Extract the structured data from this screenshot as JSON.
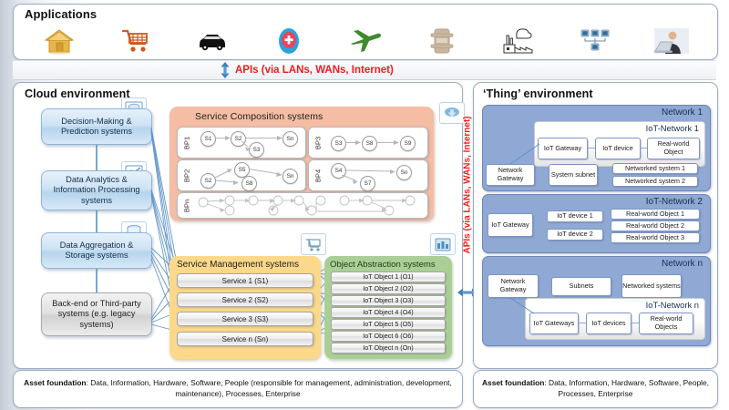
{
  "applications": {
    "title": "Applications",
    "icons": [
      {
        "name": "home-icon",
        "label": "Smart home"
      },
      {
        "name": "shopping-cart-icon",
        "label": "Retail"
      },
      {
        "name": "car-icon",
        "label": "Automotive"
      },
      {
        "name": "healthcare-icon",
        "label": "Healthcare"
      },
      {
        "name": "airplane-icon",
        "label": "Aviation"
      },
      {
        "name": "bus-icon",
        "label": "Transport"
      },
      {
        "name": "factory-icon",
        "label": "Industry"
      },
      {
        "name": "network-computers-icon",
        "label": "Networks"
      },
      {
        "name": "person-laptop-icon",
        "label": "User"
      }
    ]
  },
  "api_top": {
    "label": "APIs (via LANs, WANs, Internet)",
    "arrow": "vertical-double-arrow",
    "color": "#ee1d1d"
  },
  "api_side": {
    "label": "APIs (via LANs, WANs, Internet)",
    "arrow": "horizontal-double-arrow",
    "color": "#ee1d1d"
  },
  "cloud": {
    "title": "Cloud environment",
    "left_stack": [
      {
        "label": "Decision-Making & Prediction systems",
        "icon": "cloud-monitor-icon",
        "style": "blue"
      },
      {
        "label": "Data Analytics & Information Processing systems",
        "icon": "chart-monitor-icon",
        "style": "blue"
      },
      {
        "label": "Data Aggregation & Storage systems",
        "icon": "database-icon",
        "style": "blue"
      },
      {
        "label": "Back-end or Third-party systems (e.g. legacy systems)",
        "icon": "",
        "style": "grey"
      }
    ],
    "composition": {
      "title": "Service Composition systems",
      "icon": "cloud-upload-icon",
      "processes": [
        {
          "id": "BP1",
          "nodes": [
            "S1",
            "S2",
            "S3",
            "Sn"
          ]
        },
        {
          "id": "BP2",
          "nodes": [
            "S2",
            "S5",
            "S8",
            "Sn"
          ]
        },
        {
          "id": "BP3",
          "nodes": [
            "S3",
            "S8",
            "S9"
          ]
        },
        {
          "id": "BP4",
          "nodes": [
            "S4",
            "S7",
            "Sn"
          ]
        },
        {
          "id": "BPn",
          "nodes": []
        }
      ]
    },
    "service_management": {
      "title": "Service Management systems",
      "icon": "shopping-cart-icon",
      "services": [
        "Service 1 (S1)",
        "Service 2 (S2)",
        "Service 3 (S3)",
        "Service n (Sn)"
      ]
    },
    "object_abstraction": {
      "title": "Object Abstraction systems",
      "icon": "grid-chart-icon",
      "objects": [
        "IoT Object 1 (O1)",
        "IoT Object 2 (O2)",
        "IoT Object 3 (O3)",
        "IoT Object 4 (O4)",
        "IoT Object 5 (O5)",
        "IoT Object 6 (O6)",
        "IoT Object n (On)"
      ]
    },
    "asset_foundation": {
      "prefix": "Asset foundation",
      "text": ": Data, Information, Hardware, Software, People (responsible for management, administration, development, maintenance), Processes, Enterprise"
    }
  },
  "thing": {
    "title": "‘Thing’ environment",
    "networks": [
      {
        "name": "Network 1",
        "iot_network": "IoT-Network 1",
        "iot_nodes": [
          "IoT Gateway",
          "IoT device",
          "Real-world Object"
        ],
        "outer_nodes": [
          "Network Gateway",
          "System subnet"
        ],
        "networked_systems": [
          "Networked system 1",
          "Networked system 2"
        ]
      },
      {
        "name": "",
        "iot_network": "IoT-Network 2",
        "iot_nodes": [
          "IoT Gateway",
          "IoT device 1",
          "IoT device 2"
        ],
        "real_world_objects": [
          "Real-world Object 1",
          "Real-world Object 2",
          "Real-world Object 3"
        ]
      },
      {
        "name": "Network n",
        "iot_network": "IoT-Network n",
        "iot_nodes": [
          "IoT Gateways",
          "IoT devices",
          "Real-world Objects"
        ],
        "outer_nodes": [
          "Network Gateway",
          "Subnets",
          "Networked systems"
        ]
      }
    ],
    "asset_foundation": {
      "prefix": "Asset foundation",
      "text": ": Data, Information, Hardware, Software, People, Processes, Enterprise"
    }
  }
}
